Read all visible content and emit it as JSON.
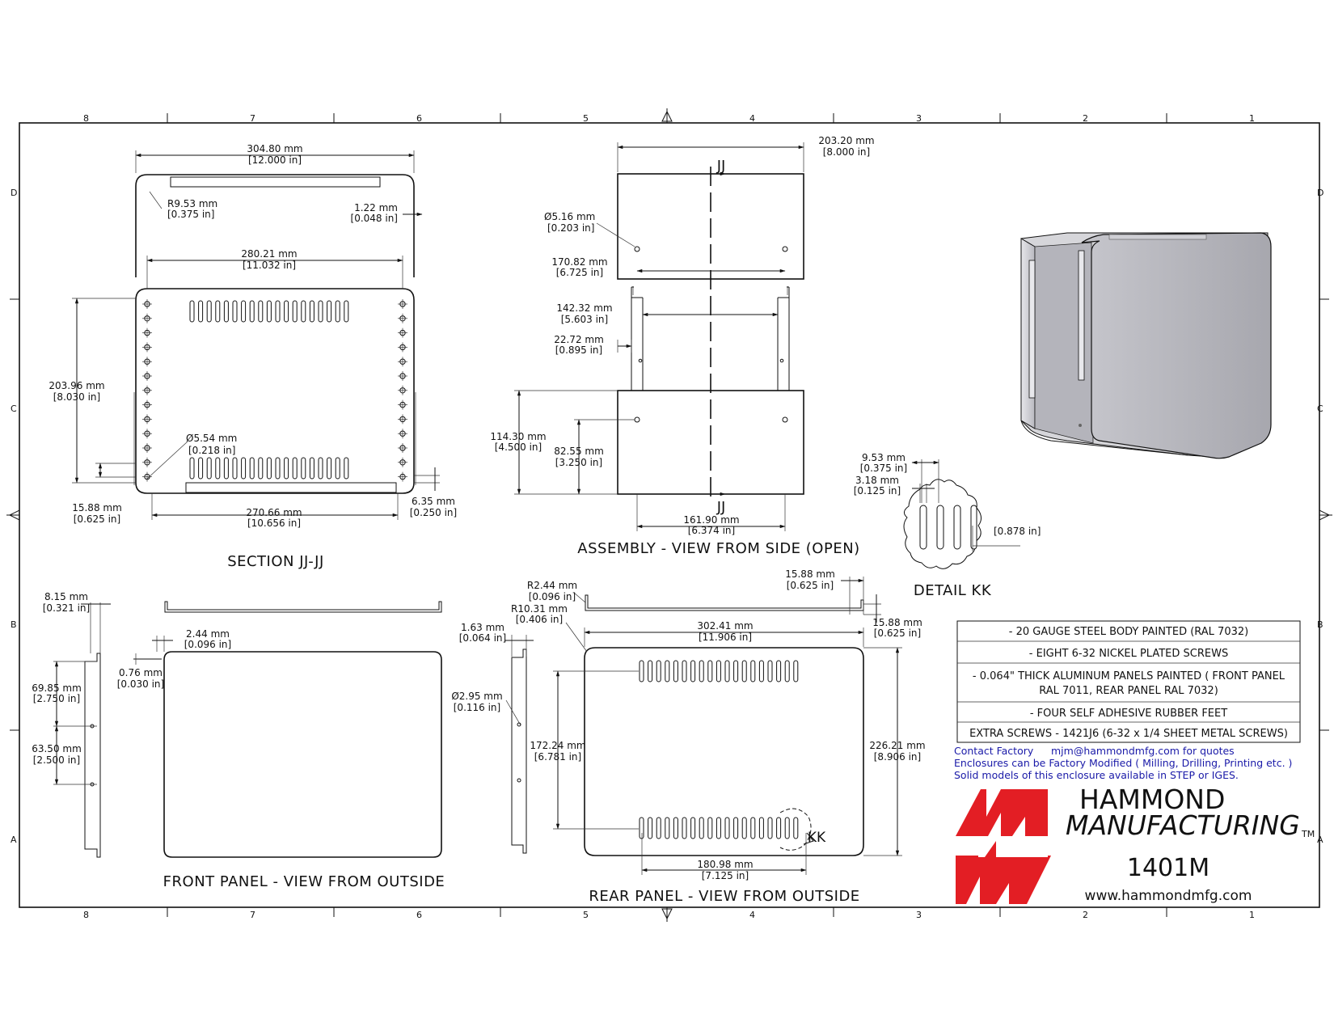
{
  "grid": {
    "columns": [
      "8",
      "7",
      "6",
      "5",
      "4",
      "3",
      "2",
      "1"
    ],
    "rows": [
      "D",
      "C",
      "B",
      "A"
    ]
  },
  "views": {
    "section": {
      "title": "SECTION  JJ-JJ",
      "dims": {
        "width_top": [
          "304.80 mm",
          "[12.000 in]"
        ],
        "radius": [
          "R9.53 mm",
          "[0.375 in]"
        ],
        "thickness": [
          "1.22 mm",
          "[0.048 in]"
        ],
        "inner_width": [
          "280.21 mm",
          "[11.032 in]"
        ],
        "height": [
          "203.96 mm",
          "[8.030 in]"
        ],
        "hole": [
          "Ø5.54 mm",
          "[0.218 in]"
        ],
        "flange": [
          "15.88 mm",
          "[0.625 in]"
        ],
        "bottom_width": [
          "270.66 mm",
          "[10.656 in]"
        ],
        "offset": [
          "6.35 mm",
          "[0.250 in]"
        ]
      }
    },
    "assembly": {
      "title": "ASSEMBLY - VIEW FROM SIDE (OPEN)",
      "section_label": "JJ",
      "dims": {
        "width": [
          "203.20 mm",
          "[8.000 in]"
        ],
        "hole": [
          "Ø5.16 mm",
          "[0.203 in]"
        ],
        "hole_span": [
          "170.82 mm",
          "[6.725 in]"
        ],
        "inner": [
          "142.32 mm",
          "[5.603 in]"
        ],
        "edge": [
          "22.72 mm",
          "[0.895 in]"
        ],
        "height": [
          "114.30 mm",
          "[4.500 in]"
        ],
        "hole_height": [
          "82.55 mm",
          "[3.250 in]"
        ],
        "bottom_span": [
          "161.90 mm",
          "[6.374 in]"
        ]
      }
    },
    "detail": {
      "title": "DETAIL  KK",
      "dims": {
        "pitch": [
          "9.53 mm",
          "[0.375 in]"
        ],
        "slot": [
          "3.18 mm",
          "[0.125 in]"
        ],
        "length": [
          "[0.878 in]"
        ]
      }
    },
    "front": {
      "title": "FRONT PANEL - VIEW FROM OUTSIDE",
      "dims": {
        "depth": [
          "8.15 mm",
          "[0.321 in]"
        ],
        "radius": [
          "2.44 mm",
          "[0.096 in]"
        ],
        "thickness": [
          "0.76 mm",
          "[0.030 in]"
        ],
        "hole_a": [
          "69.85 mm",
          "[2.750 in]"
        ],
        "hole_b": [
          "63.50 mm",
          "[2.500 in]"
        ]
      }
    },
    "rear": {
      "title": "REAR PANEL - VIEW FROM OUTSIDE",
      "detail_label": "KK",
      "dims": {
        "r_small": [
          "R2.44 mm",
          "[0.096 in]"
        ],
        "r_big": [
          "R10.31 mm",
          "[0.406 in]"
        ],
        "flange_top": [
          "15.88 mm",
          "[0.625 in]"
        ],
        "flange_side": [
          "15.88 mm",
          "[0.625 in]"
        ],
        "thickness": [
          "1.63 mm",
          "[0.064 in]"
        ],
        "width": [
          "302.41 mm",
          "[11.906 in]"
        ],
        "hole": [
          "Ø2.95 mm",
          "[0.116 in]"
        ],
        "slot_height": [
          "172.24 mm",
          "[6.781 in]"
        ],
        "height": [
          "226.21 mm",
          "[8.906 in]"
        ],
        "slot_width": [
          "180.98 mm",
          "[7.125 in]"
        ]
      }
    }
  },
  "notes": [
    [
      "- 20 GAUGE STEEL BODY PAINTED (RAL 7032)"
    ],
    [
      "- EIGHT 6-32 NICKEL PLATED SCREWS"
    ],
    [
      "- 0.064\" THICK ALUMINUM PANELS PAINTED ( FRONT PANEL",
      "RAL 7011, REAR PANEL RAL 7032)"
    ],
    [
      "- FOUR SELF ADHESIVE RUBBER FEET"
    ],
    [
      "EXTRA SCREWS - 1421J6 (6-32 x 1/4 SHEET METAL SCREWS)"
    ]
  ],
  "contact": {
    "label": "Contact Factory",
    "email": "mjm@hammondmfg.com for quotes",
    "line2": "Enclosures can be Factory Modified ( Milling, Drilling, Printing etc. )",
    "line3": "Solid models of this enclosure available in STEP or IGES."
  },
  "brand": {
    "line1": "HAMMOND",
    "line2": "MANUFACTURING",
    "tm": "TM",
    "model": "1401M",
    "website": "www.hammondmfg.com",
    "logo_color": "#e31e24"
  },
  "colors": {
    "line": "#111111",
    "link_blue": "#1a1aa8",
    "render_grey": "#c8c8cc"
  }
}
